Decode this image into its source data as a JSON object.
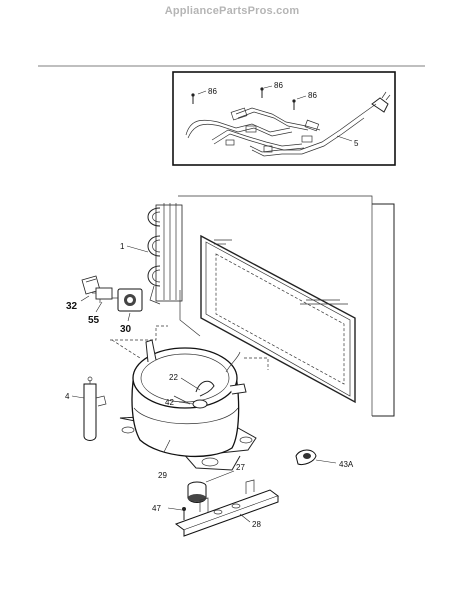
{
  "site": {
    "watermark": "AppliancePartsPros.com"
  },
  "callouts": {
    "p86a": "86",
    "p86b": "86",
    "p86c": "86",
    "p5": "5",
    "p1": "1",
    "p32": "32",
    "p55": "55",
    "p30": "30",
    "p22": "22",
    "p42": "42",
    "p4": "4",
    "p29": "29",
    "p27": "27",
    "p43a": "43A",
    "p47": "47",
    "p28": "28"
  }
}
